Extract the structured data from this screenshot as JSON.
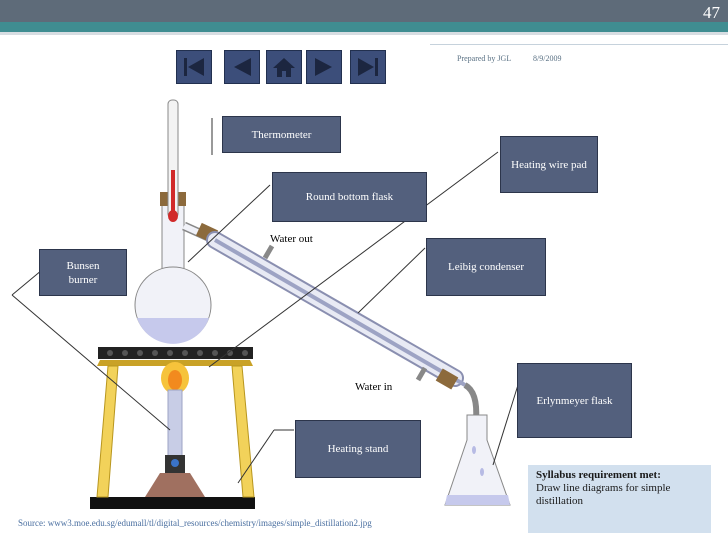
{
  "slide": {
    "number": "47",
    "prepared_by": "Prepared by JGL",
    "date": "8/9/2009"
  },
  "nav": [
    {
      "name": "first-slide-button",
      "icon": "skip-back-icon"
    },
    {
      "name": "previous-slide-button",
      "icon": "triangle-left-icon"
    },
    {
      "name": "home-button",
      "icon": "home-icon"
    },
    {
      "name": "next-slide-button",
      "icon": "triangle-right-icon"
    },
    {
      "name": "last-slide-button",
      "icon": "skip-forward-icon"
    }
  ],
  "labels": {
    "thermometer": "Thermometer",
    "round_bottom_flask": "Round bottom flask",
    "heating_wire_pad": "Heating wire pad",
    "bunsen_burner": "Bunsen burner",
    "leibig_condenser": "Leibig condenser",
    "erlynmeyer_flask": "Erlynmeyer flask",
    "heating_stand": "Heating stand",
    "water_out": "Water out",
    "water_in": "Water in"
  },
  "syllabus": {
    "heading": "Syllabus requirement met:",
    "text": "Draw line diagrams for simple distillation"
  },
  "source": "Source: www3.moe.edu.sg/edumall/tl/digital_resources/chemistry/images/simple_distillation2.jpg",
  "colors": {
    "label_bg": "#53607d",
    "stand": "#f2d25a",
    "condenser": "#c9ccdc",
    "liquid": "#c6c9ec"
  }
}
